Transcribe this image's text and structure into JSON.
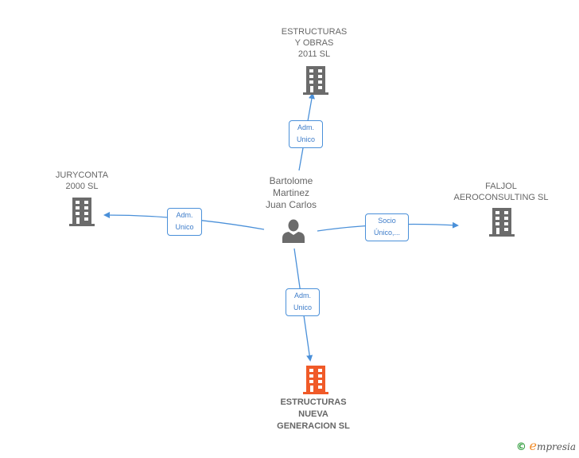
{
  "diagram": {
    "center_person": {
      "name": "Bartolome\nMartinez\nJuan Carlos",
      "icon": "person-icon"
    },
    "companies": [
      {
        "id": "estructuras-y-obras",
        "name": "ESTRUCTURAS\nY OBRAS\n2011 SL",
        "icon": "building-icon",
        "highlight": false
      },
      {
        "id": "juryconta",
        "name": "JURYCONTA\n2000 SL",
        "icon": "building-icon",
        "highlight": false
      },
      {
        "id": "faljol",
        "name": "FALJOL\nAEROCONSULTING SL",
        "icon": "building-icon",
        "highlight": false
      },
      {
        "id": "estructuras-nueva",
        "name": "ESTRUCTURAS\nNUEVA\nGENERACION SL",
        "icon": "building-icon",
        "highlight": true
      }
    ],
    "relations": [
      {
        "to": "estructuras-y-obras",
        "label": "Adm.\nUnico"
      },
      {
        "to": "juryconta",
        "label": "Adm.\nUnico"
      },
      {
        "to": "faljol",
        "label": "Socio\nÚnico,..."
      },
      {
        "to": "estructuras-nueva",
        "label": "Adm.\nUnico"
      }
    ],
    "colors": {
      "edge": "#4a90d9",
      "building": "#6b6b6b",
      "building_highlight": "#f05a28",
      "person": "#6b6b6b",
      "label_text": "#666666"
    }
  },
  "footer": {
    "copyright_symbol": "©",
    "brand_initial": "e",
    "brand_rest": "mpresia"
  }
}
